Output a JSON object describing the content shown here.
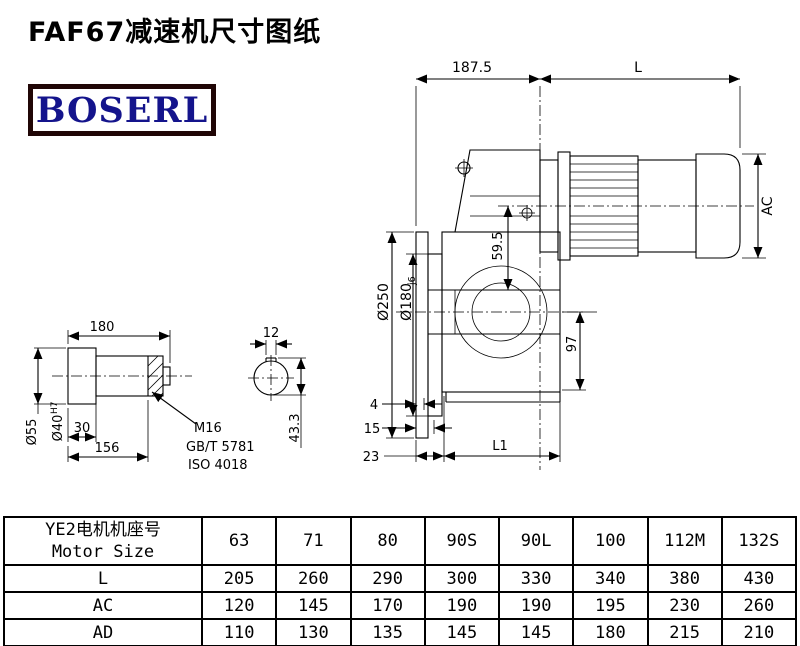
{
  "title": "FAF67减速机尺寸图纸",
  "logo": "BOSERL",
  "colors": {
    "logo_text": "#14148c",
    "logo_border": "#200606",
    "line": "#000000"
  },
  "dims": {
    "top_width": "187.5",
    "motor_length": "L",
    "motor_height": "AC",
    "axis_offset": "59.5",
    "flange_dia": "Ø250",
    "spigot_dia": "Ø180",
    "spigot_fit": "j6",
    "bottom_height": "97",
    "gap": "4",
    "offset15": "15",
    "offset23": "23",
    "l1": "L1",
    "shaft_length": "180",
    "key_width": "12",
    "shaft_dia_outer": "Ø55",
    "shaft_dia": "Ø40",
    "shaft_fit": "H7",
    "len30": "30",
    "len156": "156",
    "thread": "M16",
    "thread_std": "GB/T 5781",
    "thread_iso": "ISO 4018",
    "key_height": "43.3"
  },
  "table": {
    "header_line1": "YE2电机机座号",
    "header_line2": "Motor Size",
    "sizes": [
      "63",
      "71",
      "80",
      "90S",
      "90L",
      "100",
      "112M",
      "132S"
    ],
    "rows": [
      {
        "label": "L",
        "values": [
          "205",
          "260",
          "290",
          "300",
          "330",
          "340",
          "380",
          "430"
        ]
      },
      {
        "label": "AC",
        "values": [
          "120",
          "145",
          "170",
          "190",
          "190",
          "195",
          "230",
          "260"
        ]
      },
      {
        "label": "AD",
        "values": [
          "110",
          "130",
          "135",
          "145",
          "145",
          "180",
          "215",
          "210"
        ]
      }
    ]
  }
}
